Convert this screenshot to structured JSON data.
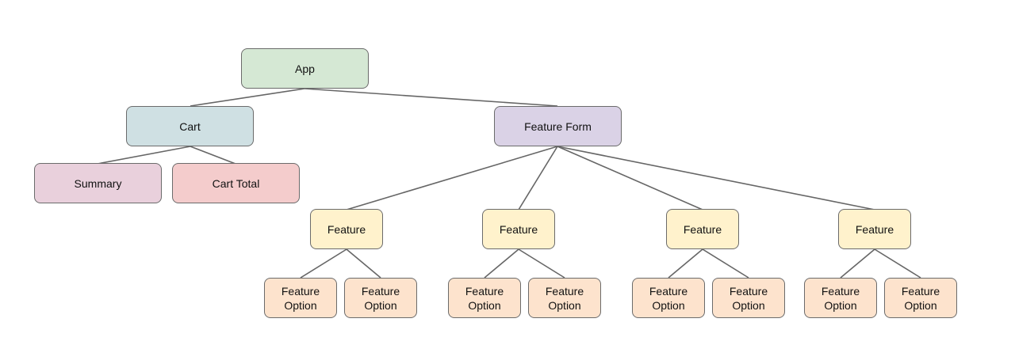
{
  "diagram": {
    "nodes": {
      "app": "App",
      "cart": "Cart",
      "feature_form": "Feature Form",
      "summary": "Summary",
      "cart_total": "Cart Total",
      "features": [
        "Feature",
        "Feature",
        "Feature",
        "Feature"
      ],
      "options": [
        "Feature\nOption",
        "Feature\nOption",
        "Feature\nOption",
        "Feature\nOption",
        "Feature\nOption",
        "Feature\nOption",
        "Feature\nOption",
        "Feature\nOption"
      ]
    },
    "colors": {
      "app": "#d5e8d4",
      "cart": "#cfe0e3",
      "feature_form": "#dad2e6",
      "summary": "#e9d0dc",
      "cart_total": "#f4cccc",
      "feature": "#fff2cc",
      "option": "#fde3cd",
      "border": "#6b6b6b"
    }
  }
}
